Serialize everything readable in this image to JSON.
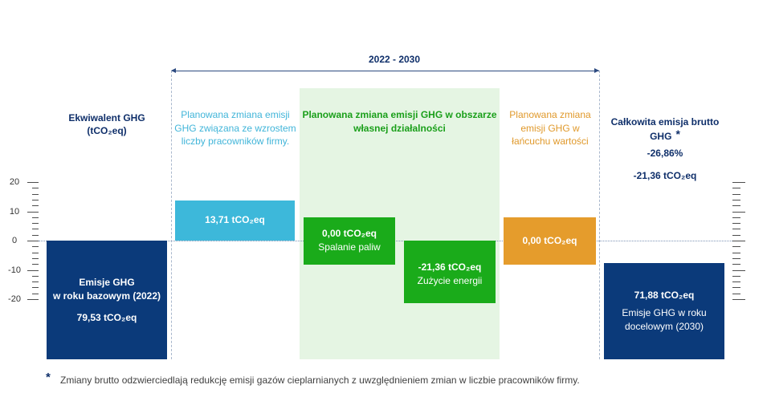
{
  "period": {
    "label": "2022 - 2030"
  },
  "colors": {
    "text_navy": "#0f2f6a",
    "header_blue": "#41b5d9",
    "header_green": "#1a9f1a",
    "header_orange": "#e0992b",
    "panel_green": "#e5f5e3",
    "footnote_text": "#404040"
  },
  "chart_data": {
    "type": "bar",
    "y_ticks": [
      20,
      10,
      0,
      -10,
      -20
    ],
    "ylim": [
      -20,
      20
    ],
    "grid": false,
    "columns": [
      {
        "header": [
          "Ekwiwalent GHG",
          "(tCO₂eq)"
        ]
      },
      {
        "header": [
          "Planowana zmiana emisji",
          "GHG związana ze wzrostem",
          "liczby pracowników firmy."
        ]
      },
      {
        "header": [
          "Planowana zmiana emisji GHG w obszarze",
          "własnej działalności"
        ]
      },
      {
        "header": [
          "Planowana zmiana",
          "emisji GHG w",
          "łańcuchu wartości"
        ]
      },
      {
        "header": [
          "Całkowita emisja brutto",
          "GHG"
        ],
        "header_mark": "*",
        "percent_change": "-26,86%",
        "total_change": "-21,36 tCO₂eq"
      }
    ],
    "bars": [
      {
        "is_total": true,
        "value": 79.53,
        "value_label": "79,53 tCO₂eq",
        "label": [
          "Emisje GHG",
          "w roku bazowym (2022)"
        ],
        "color": "#0b3a7a"
      },
      {
        "is_total": false,
        "value": 13.71,
        "value_label": "13,71 tCO₂eq",
        "color": "#3db8da"
      },
      {
        "is_total": false,
        "value": 0,
        "value_label": "0,00 tCO₂eq",
        "label": [
          "Spalanie paliw"
        ],
        "color": "#1aab1a"
      },
      {
        "is_total": false,
        "value": -21.36,
        "value_label": "-21,36 tCO₂eq",
        "label": [
          "Zużycie energii"
        ],
        "color": "#1aab1a"
      },
      {
        "is_total": false,
        "value": 0,
        "value_label": "0,00 tCO₂eq",
        "color": "#e59c2c"
      },
      {
        "is_total": true,
        "value": 71.88,
        "value_label": "71,88 tCO₂eq",
        "label": [
          "Emisje GHG w roku",
          "docelowym (2030)"
        ],
        "color": "#0b3a7a"
      }
    ]
  },
  "footnote": {
    "mark": "*",
    "text": "Zmiany brutto odzwierciedlają redukcję emisji gazów cieplarnianych z uwzględnieniem zmian w liczbie pracowników firmy."
  }
}
